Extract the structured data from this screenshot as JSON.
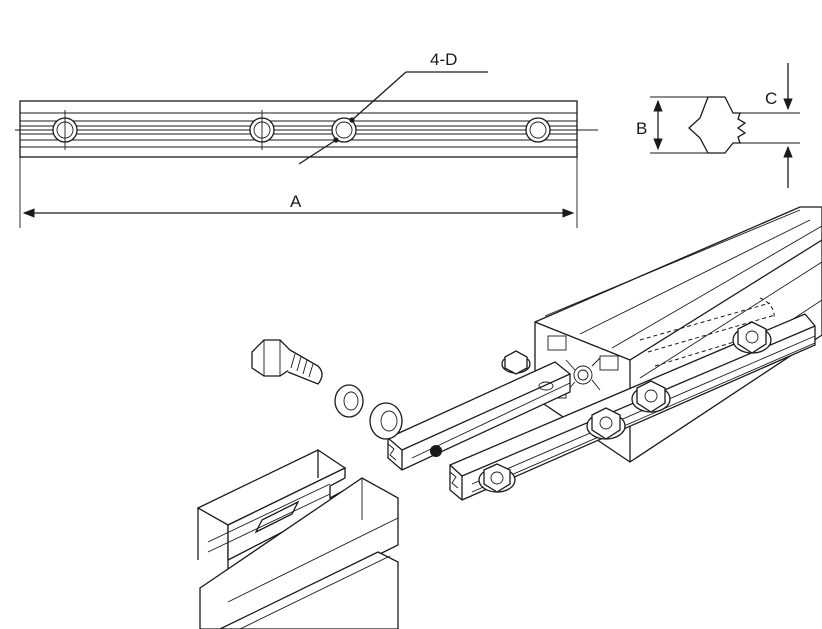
{
  "labels": {
    "holes": "4-D",
    "length": "A",
    "height": "B",
    "thickness": "C"
  }
}
